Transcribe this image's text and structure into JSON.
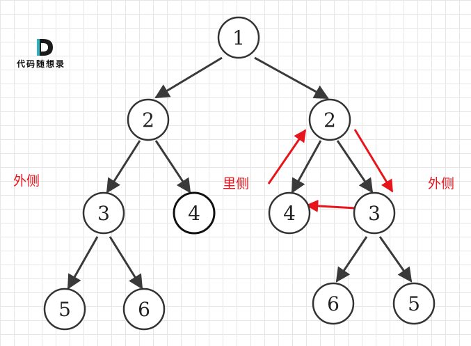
{
  "logo": {
    "letter": "D",
    "text": "代码随想录"
  },
  "annotations": {
    "left_outer": "外侧",
    "inner": "里侧",
    "right_outer": "外侧"
  },
  "trees": {
    "left": {
      "root": "1",
      "l1_left": "2",
      "l2_left": "3",
      "l2_right": "4",
      "l3_left": "5",
      "l3_right": "6"
    },
    "right": {
      "l1_right": "2",
      "l2_left": "4",
      "l2_right": "3",
      "l3_left": "6",
      "l3_right": "5"
    }
  },
  "colors": {
    "node_stroke": "#333333",
    "edge": "#3a3a3a",
    "highlight": "#e8141c",
    "logo_accent": "#2bb3c0"
  }
}
